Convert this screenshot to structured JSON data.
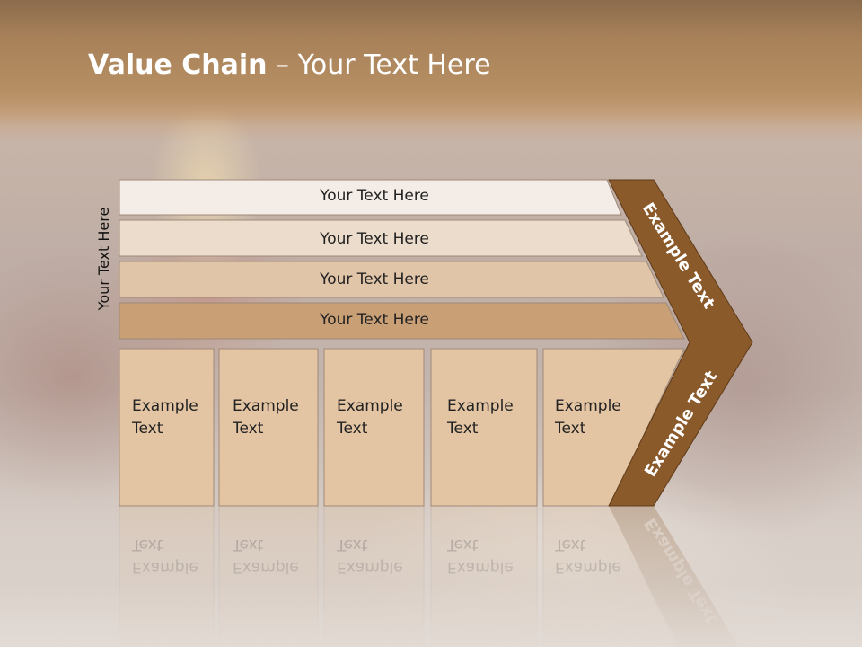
{
  "slide": {
    "title_bold": "Value Chain",
    "title_rest": " – Your Text Here",
    "side_label": "Your Text Here"
  },
  "rows": [
    {
      "label": "Your Text Here",
      "color": "#f4ede7"
    },
    {
      "label": "Your Text Here",
      "color": "#ecdccb"
    },
    {
      "label": "Your Text Here",
      "color": "#e1c5a8"
    },
    {
      "label": "Your Text Here",
      "color": "#c99f76"
    }
  ],
  "cells": [
    {
      "line1": "Example",
      "line2": "Text"
    },
    {
      "line1": "Example",
      "line2": "Text"
    },
    {
      "line1": "Example",
      "line2": "Text"
    },
    {
      "line1": "Example",
      "line2": "Text"
    },
    {
      "line1": "Example",
      "line2": "Text"
    }
  ],
  "arrow": {
    "upper_label": "Example Text",
    "lower_label": "Example Text",
    "color": "#8b5a2b"
  },
  "colors": {
    "cell_fill": "#e3c4a3",
    "border": "#a08a78"
  }
}
